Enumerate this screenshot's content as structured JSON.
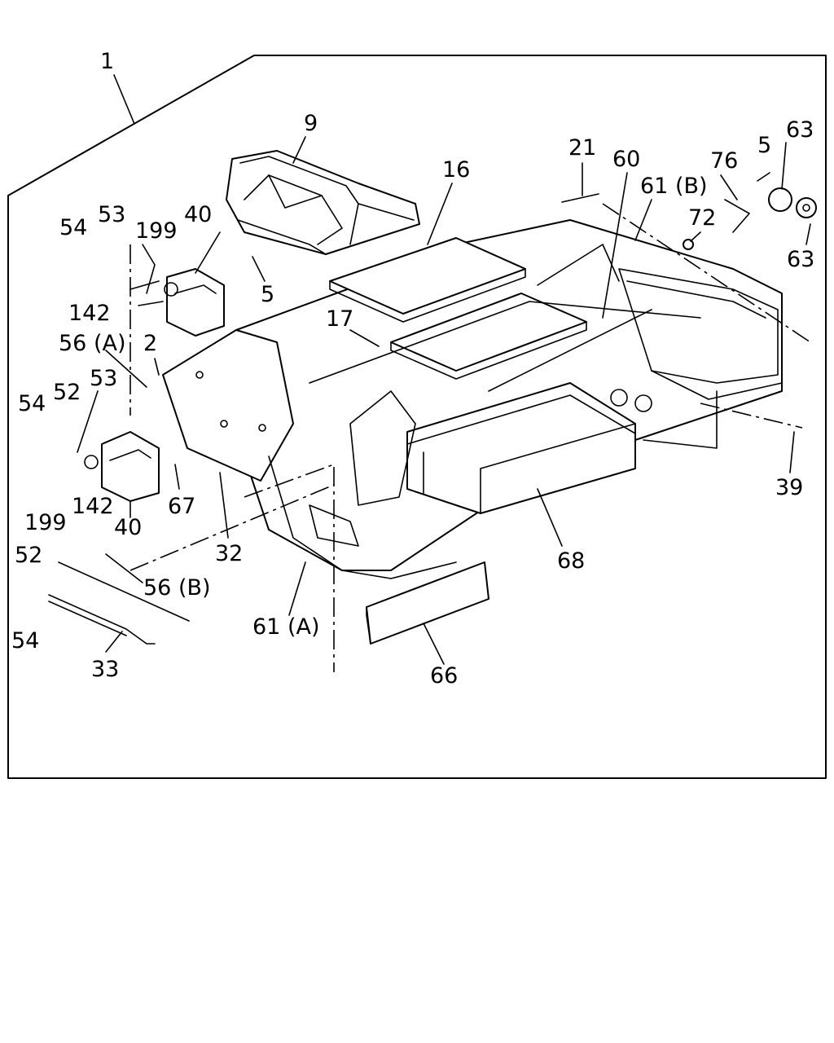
{
  "callouts": {
    "c1": "1",
    "c9": "9",
    "c16": "16",
    "c21": "21",
    "c60": "60",
    "c61b": "61 (B)",
    "c76": "76",
    "c5_top": "5",
    "c63_top": "63",
    "c72": "72",
    "c63_bot": "63",
    "c54_top": "54",
    "c53_top": "53",
    "c199_top": "199",
    "c40_top": "40",
    "c5_mid": "5",
    "c142_top": "142",
    "c17": "17",
    "c56a": "56 (A)",
    "c2": "2",
    "c53_mid": "53",
    "c52_mid": "52",
    "c54_mid": "54",
    "c199_bot": "199",
    "c142_bot": "142",
    "c40_bot": "40",
    "c67": "67",
    "c32": "32",
    "c39": "39",
    "c68": "68",
    "c52_bot": "52",
    "c56b": "56 (B)",
    "c54_bot": "54",
    "c61a": "61 (A)",
    "c33": "33",
    "c66": "66"
  }
}
